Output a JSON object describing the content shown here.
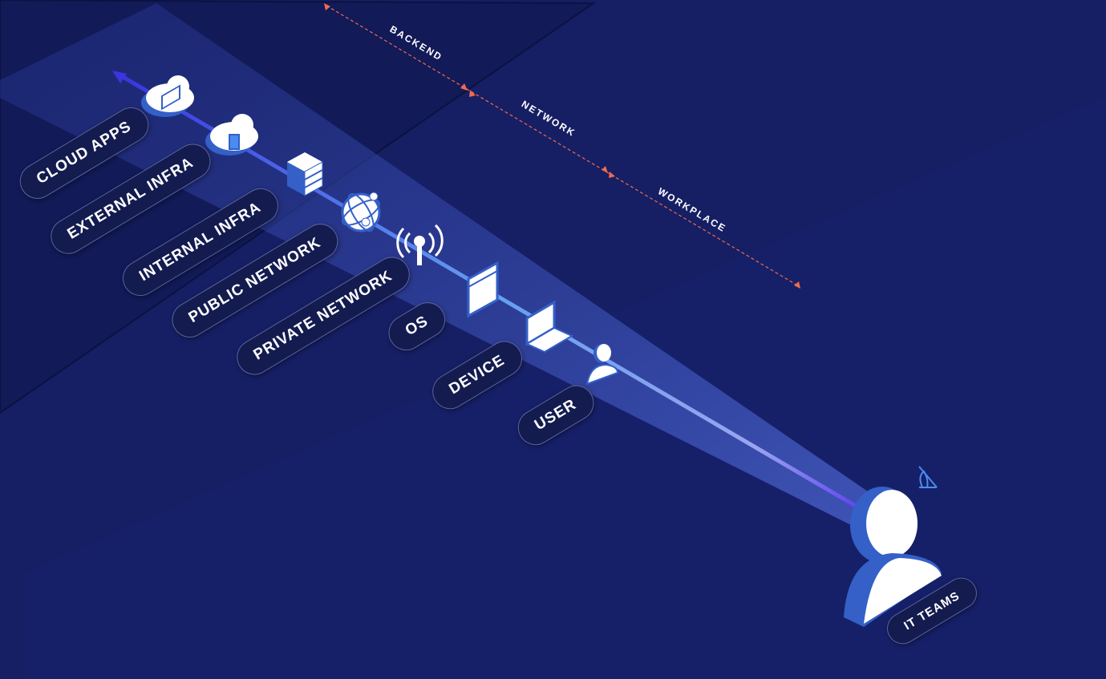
{
  "layers": [
    {
      "label": "CLOUD APPS",
      "icon": "cloud-app-icon"
    },
    {
      "label": "EXTERNAL INFRA",
      "icon": "cloud-chip-icon"
    },
    {
      "label": "INTERNAL INFRA",
      "icon": "server-icon"
    },
    {
      "label": "PUBLIC NETWORK",
      "icon": "globe-icon"
    },
    {
      "label": "PRIVATE NETWORK",
      "icon": "antenna-icon"
    },
    {
      "label": "OS",
      "icon": "window-icon"
    },
    {
      "label": "DEVICE",
      "icon": "laptop-icon"
    },
    {
      "label": "USER",
      "icon": "user-icon"
    }
  ],
  "observer": {
    "label": "IT TEAMS",
    "icon": "it-team-user-icon"
  },
  "zones": {
    "backend": "BACKEND",
    "network": "NETWORK",
    "workplace": "WORKPLACE"
  },
  "colors": {
    "background": "#161f64",
    "beam": "#3b4fb0",
    "accent": "#f06a4f",
    "icon_blue": "#3460c8"
  }
}
